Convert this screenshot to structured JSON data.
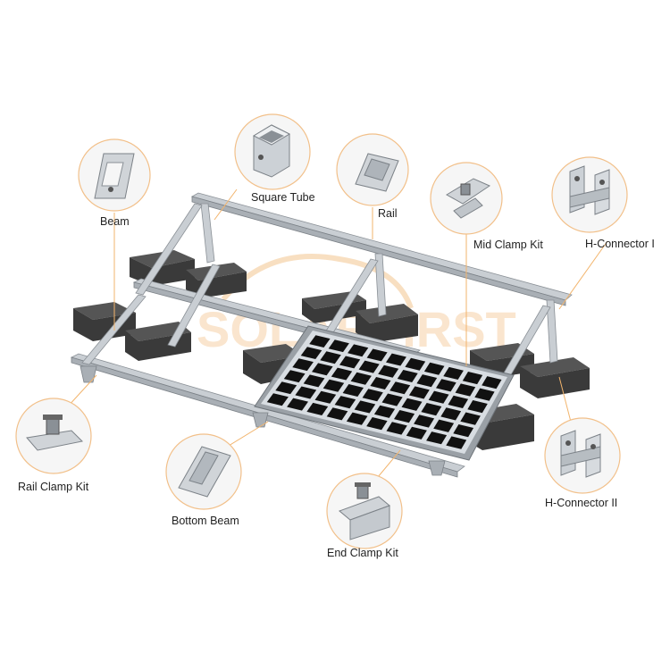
{
  "labels": {
    "beam": "Beam",
    "square_tube": "Square Tube",
    "rail": "Rail",
    "mid_clamp_kit": "Mid Clamp Kit",
    "h_connector_1": "H-Connector I",
    "rail_clamp_kit": "Rail Clamp Kit",
    "bottom_beam": "Bottom Beam",
    "end_clamp_kit": "End Clamp Kit",
    "h_connector_2": "H-Connector II"
  },
  "watermark": "SOLARFIRST",
  "colors": {
    "accent": "#f2b46c",
    "aluminum": "#c9ced3",
    "ballast": "#3a3a3a",
    "panel_cell": "#111111",
    "panel_frame": "#9aa0a6",
    "watermark_orange": "#f3c58f",
    "watermark_green": "#a8d8b0"
  }
}
